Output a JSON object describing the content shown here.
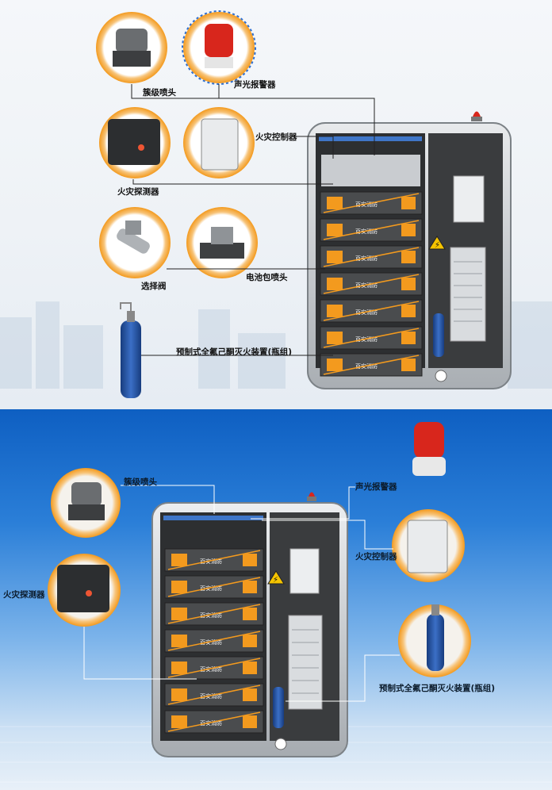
{
  "top_panel": {
    "labels": {
      "cluster_nozzle": "簇级喷头",
      "alarm": "声光报警器",
      "fire_controller": "火灾控制器",
      "fire_detector": "火灾探测器",
      "selector_valve": "选择阀",
      "pack_nozzle": "电池包喷头",
      "extinguisher": "预制式全氟己酮灭火装置(瓶组)"
    },
    "brand_text": "百安消防"
  },
  "bottom_panel": {
    "labels": {
      "cluster_nozzle": "簇级喷头",
      "alarm": "声光报警器",
      "fire_controller": "火灾控制器",
      "fire_detector": "火灾探测器",
      "extinguisher": "预制式全氟己酮灭火装置(瓶组)"
    },
    "brand_text": "百安消防"
  },
  "colors": {
    "accent_orange": "#f39a1e",
    "beacon_red": "#d8261c",
    "cabinet_gray": "#8d9297",
    "cylinder_blue": "#1f4fa0"
  }
}
